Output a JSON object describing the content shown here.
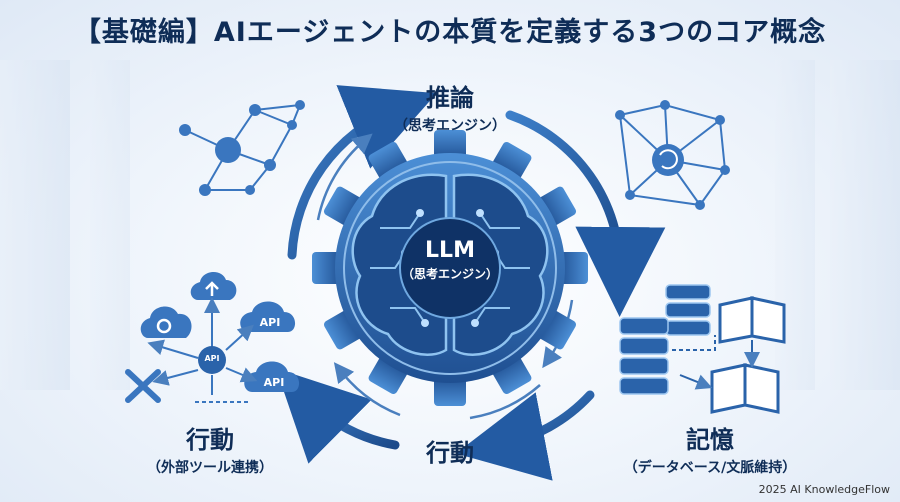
{
  "title": "【基礎編】AIエージェントの本質を定義する3つのコア概念",
  "center": {
    "main": "LLM",
    "sub": "（思考エンジン）"
  },
  "labels": {
    "top": {
      "main": "推論",
      "sub": "（思考エンジン）"
    },
    "left": {
      "main": "行動",
      "sub": "（外部ツール連携）"
    },
    "bottom": {
      "main": "行動"
    },
    "right": {
      "main": "記憶",
      "sub": "（データベース/文脈維持）"
    }
  },
  "badges": {
    "api": "API"
  },
  "footer": "2025 AI KnowledgeFlow",
  "colors": {
    "primary": "#2f6fb8",
    "dark": "#0f2d57",
    "light": "#7fb0e3"
  }
}
